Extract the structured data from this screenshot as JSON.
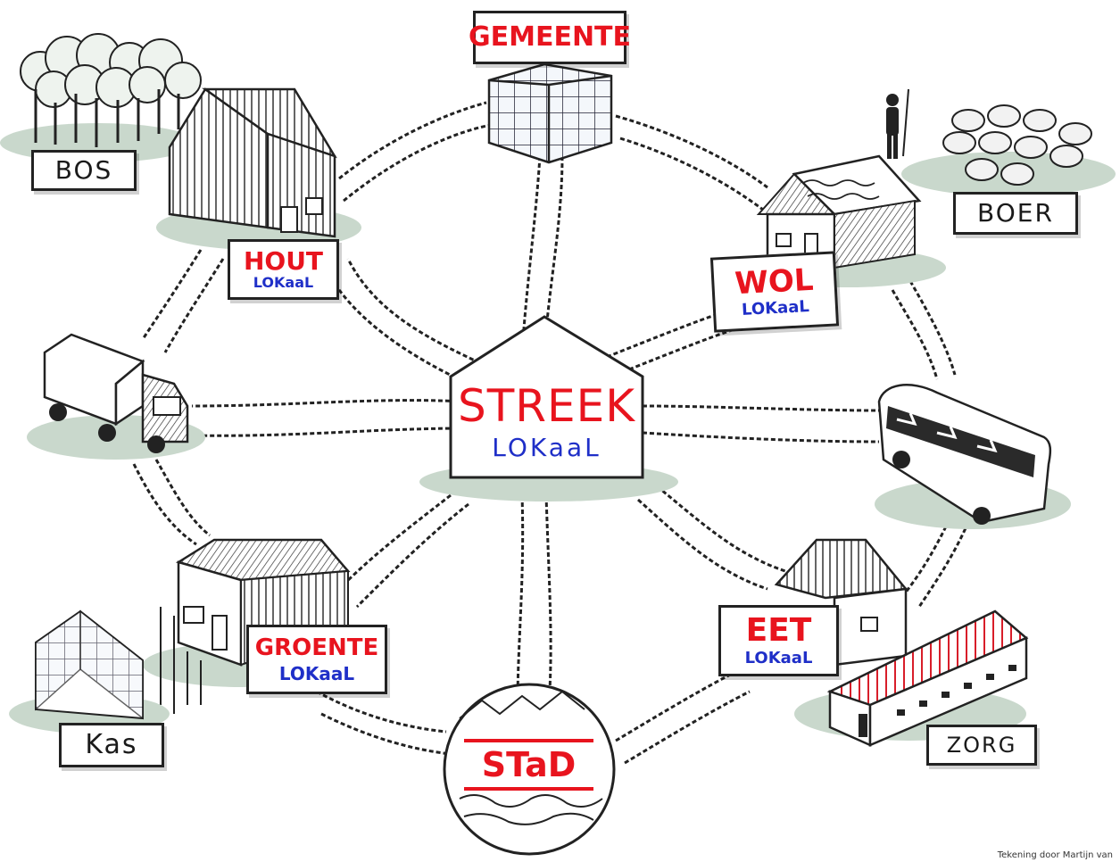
{
  "center": {
    "title": "STREEK",
    "subtitle": "LOKaaL"
  },
  "nodes": {
    "gemeente": {
      "label": "GEMEENTE"
    },
    "bos": {
      "label": "BOS"
    },
    "boer": {
      "label": "BOER"
    },
    "hout": {
      "title": "HOUT",
      "subtitle": "LOKaaL"
    },
    "wol": {
      "title": "WOL",
      "subtitle": "LOKaaL"
    },
    "groente": {
      "title": "GROENTE",
      "subtitle": "LOKaaL"
    },
    "eet": {
      "title": "EET",
      "subtitle": "LOKaaL"
    },
    "stad": {
      "label": "STaD"
    },
    "kas": {
      "label": "Kas"
    },
    "zorg": {
      "label": "ZORG"
    }
  },
  "credit": "Tekening door Martijn van",
  "colors": {
    "red": "#e8141e",
    "blue": "#1f2fc8",
    "ink": "#1a1a1a",
    "grass": "#8fae9a"
  }
}
